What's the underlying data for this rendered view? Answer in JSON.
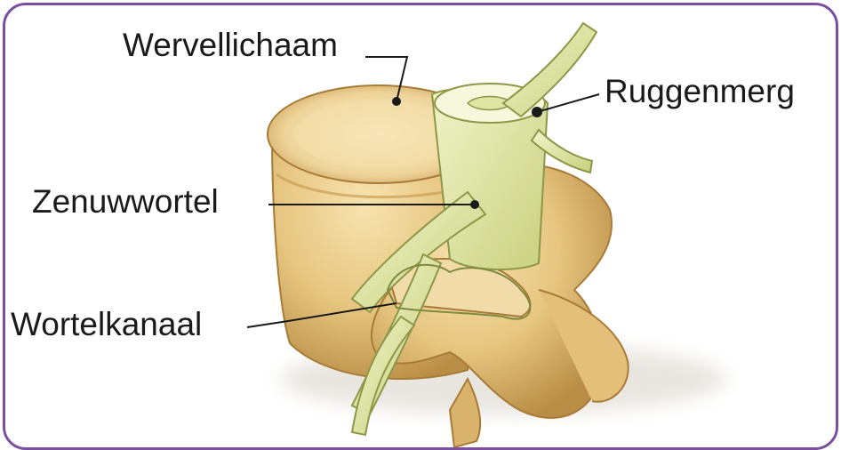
{
  "labels": {
    "vertebral_body": "Wervellichaam",
    "spinal_cord": "Ruggenmerg",
    "nerve_root": "Zenuwwortel",
    "root_canal": "Wortelkanaal"
  },
  "colors": {
    "frame_border": "#7b4f9e",
    "bone": "#e7c98a",
    "bone_shadow": "#b98d45",
    "nerve": "#dfe6a4",
    "nerve_shadow": "#9aa356",
    "leader_line": "#1a1a1a"
  }
}
